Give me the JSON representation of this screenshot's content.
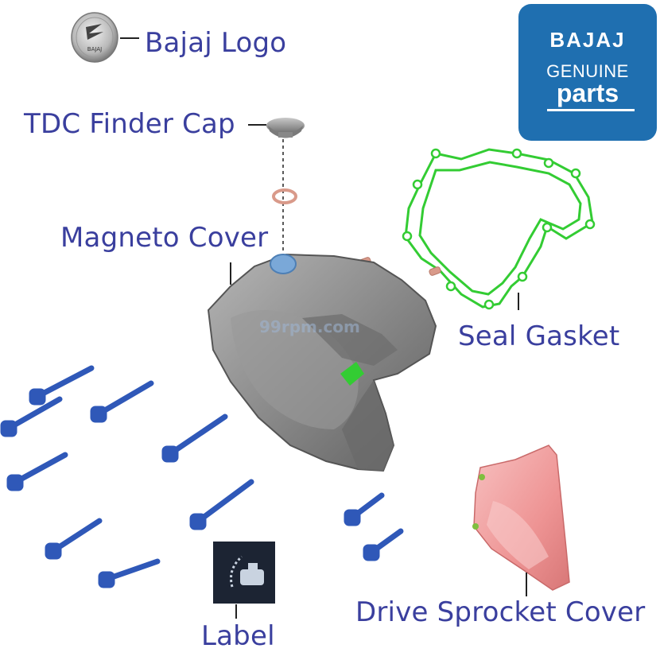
{
  "labels": {
    "bajaj_logo": "Bajaj Logo",
    "tdc_finder_cap": "TDC Finder Cap",
    "magneto_cover": "Magneto Cover",
    "seal_gasket": "Seal Gasket",
    "drive_sprocket_cover": "Drive Sprocket Cover",
    "label": "Label"
  },
  "badge": {
    "line1": "BAJAJ",
    "line2": "GENUINE",
    "line3": "parts",
    "color": "#1f6fb0"
  },
  "logo_text": "BAJAJ",
  "watermark": "99rpm.com",
  "colors": {
    "label_text": "#3a3f9e",
    "gasket": "#33cc33",
    "bolts": "#2f58b8",
    "sprocket_cover": "#f0a0a0",
    "magneto_cover": "#8a8a8a"
  }
}
